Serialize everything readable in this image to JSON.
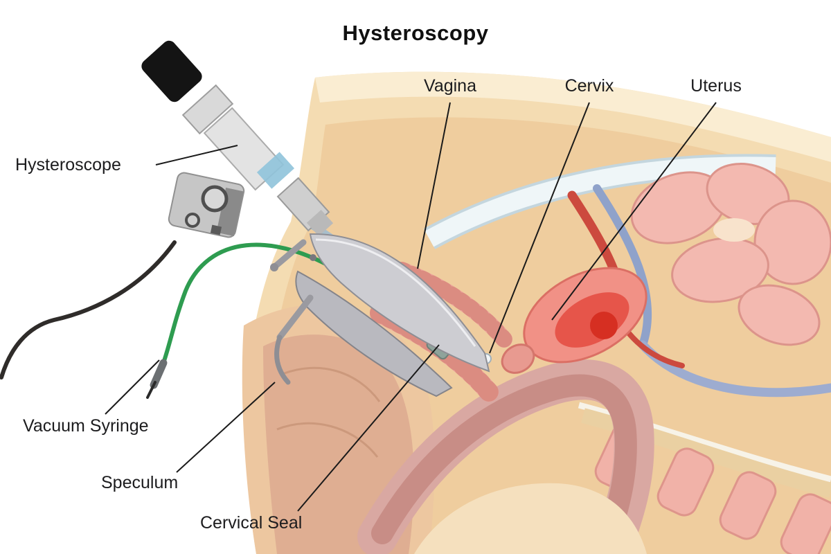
{
  "title": "Hysteroscopy",
  "labels": {
    "hysteroscope": "Hysteroscope",
    "vagina": "Vagina",
    "cervix": "Cervix",
    "uterus": "Uterus",
    "vacuum_syringe": "Vacuum Syringe",
    "speculum": "Speculum",
    "cervical_seal": "Cervical Seal"
  },
  "colors": {
    "background": "#FFFFFF",
    "skin_light": "#FAEDD2",
    "skin_base": "#F4DCB2",
    "skin_deep": "#EFCD9E",
    "tissue_pink": "#F3B9B0",
    "bowel_rose": "#D9A8A2",
    "bowel_rose_deep": "#C88D86",
    "uterus_outer": "#F19186",
    "uterus_inner": "#E6554A",
    "uterus_core": "#D62F22",
    "canal_pink": "#ECA59B",
    "canal_ridge": "#D8877D",
    "vessel_red": "#CC4A3E",
    "vessel_blue": "#8FA2CA",
    "bone_pale": "#EFF6F8",
    "tube_green": "#2E9C50",
    "instrument_gray": "#C6C6C6",
    "metal_light": "#E3E3E3",
    "cable_black": "#2F2C2A",
    "seal_gray_green": "#8FA39B",
    "leader_line": "#1A1A1A",
    "label_text": "#1C1C1E"
  }
}
